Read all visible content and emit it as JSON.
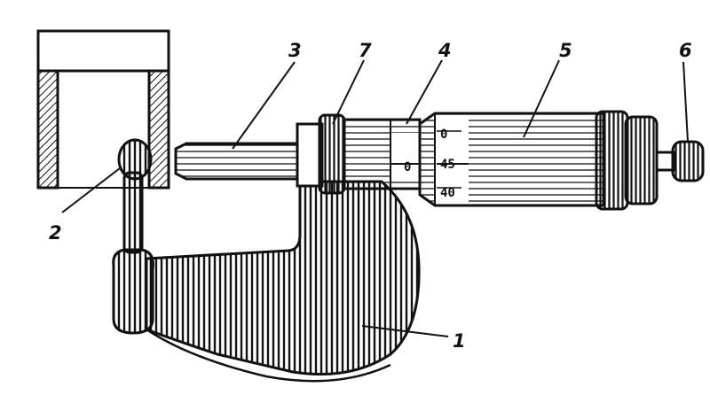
{
  "labels": {
    "frame": "1",
    "anvil": "2",
    "spindle": "3",
    "sleeve": "4",
    "thimble": "5",
    "ratchet": "6",
    "lock_ring": "7"
  },
  "sleeve_scale": {
    "zero": "0"
  },
  "thimble_scale": {
    "top": "0",
    "middle": "45",
    "bottom": "40"
  },
  "colors": {
    "ink": "#111111",
    "paper": "#ffffff"
  }
}
